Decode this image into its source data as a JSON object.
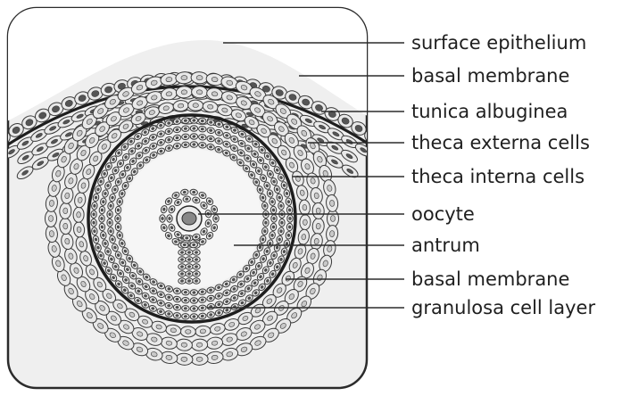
{
  "diagram": {
    "labels": [
      "surface epithelium",
      "basal membrane",
      "tunica albuginea",
      "theca externa cells",
      "theca interna cells",
      "oocyte",
      "antrum",
      "basal membrane",
      "granulosa cell layer"
    ],
    "colors": {
      "frame_fill": "#efefef",
      "frame_stroke": "#2b2b2b",
      "cell_fill": "#e9e9e9",
      "nucleus_dark": "#555555",
      "nucleus_light": "#c9c9c9",
      "membrane": "#1e1e1e",
      "leader": "#2b2b2b",
      "oocyte_fill": "#888888"
    }
  }
}
